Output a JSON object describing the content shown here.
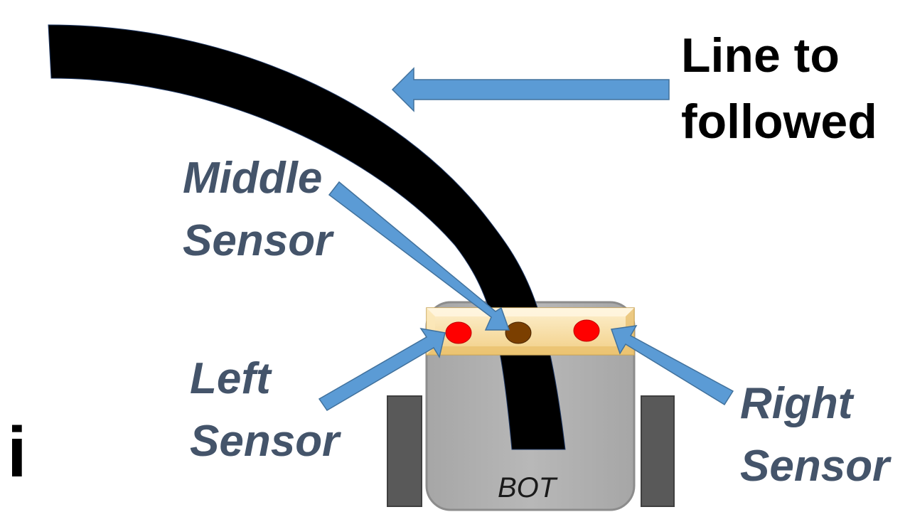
{
  "labels": {
    "line_line1": "Line to",
    "line_line2": "followed",
    "middle_line1": "Middle",
    "middle_line2": "Sensor",
    "left_line1": "Left",
    "left_line2": "Sensor",
    "right_line1": "Right",
    "right_line2": "Sensor",
    "bot": "BOT",
    "corner_glyph": "i"
  },
  "colors": {
    "label_text": "#44546a",
    "arrow_fill": "#5b9bd5",
    "sensor_bar": "#f6dca0",
    "bot_body": "#b3b3b3",
    "wheel": "#595959",
    "track": "#000000",
    "side_sensor_led": "#ff0000",
    "middle_sensor_led": "#7b3f00"
  },
  "icons": {
    "left_sensor": "red-led",
    "right_sensor": "red-led",
    "middle_sensor": "brown-led"
  }
}
